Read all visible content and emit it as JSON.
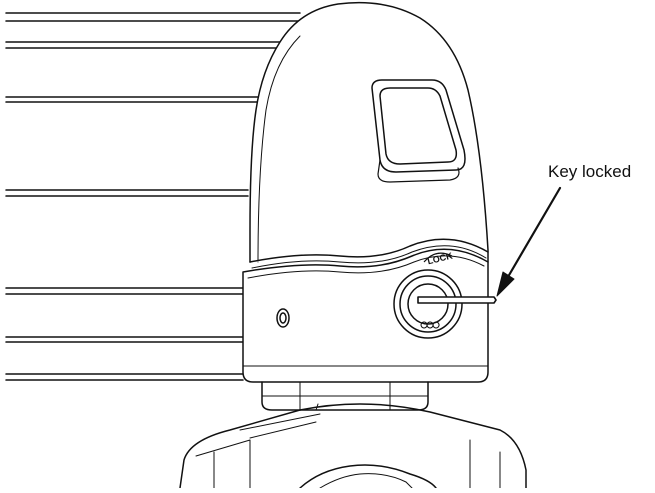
{
  "callout": {
    "label": "Key locked",
    "target": "key-in-lock"
  },
  "lock": {
    "engraving": "LOCK"
  },
  "colors": {
    "line": "#111111",
    "background": "#ffffff",
    "shade": "#e6e6e6"
  }
}
